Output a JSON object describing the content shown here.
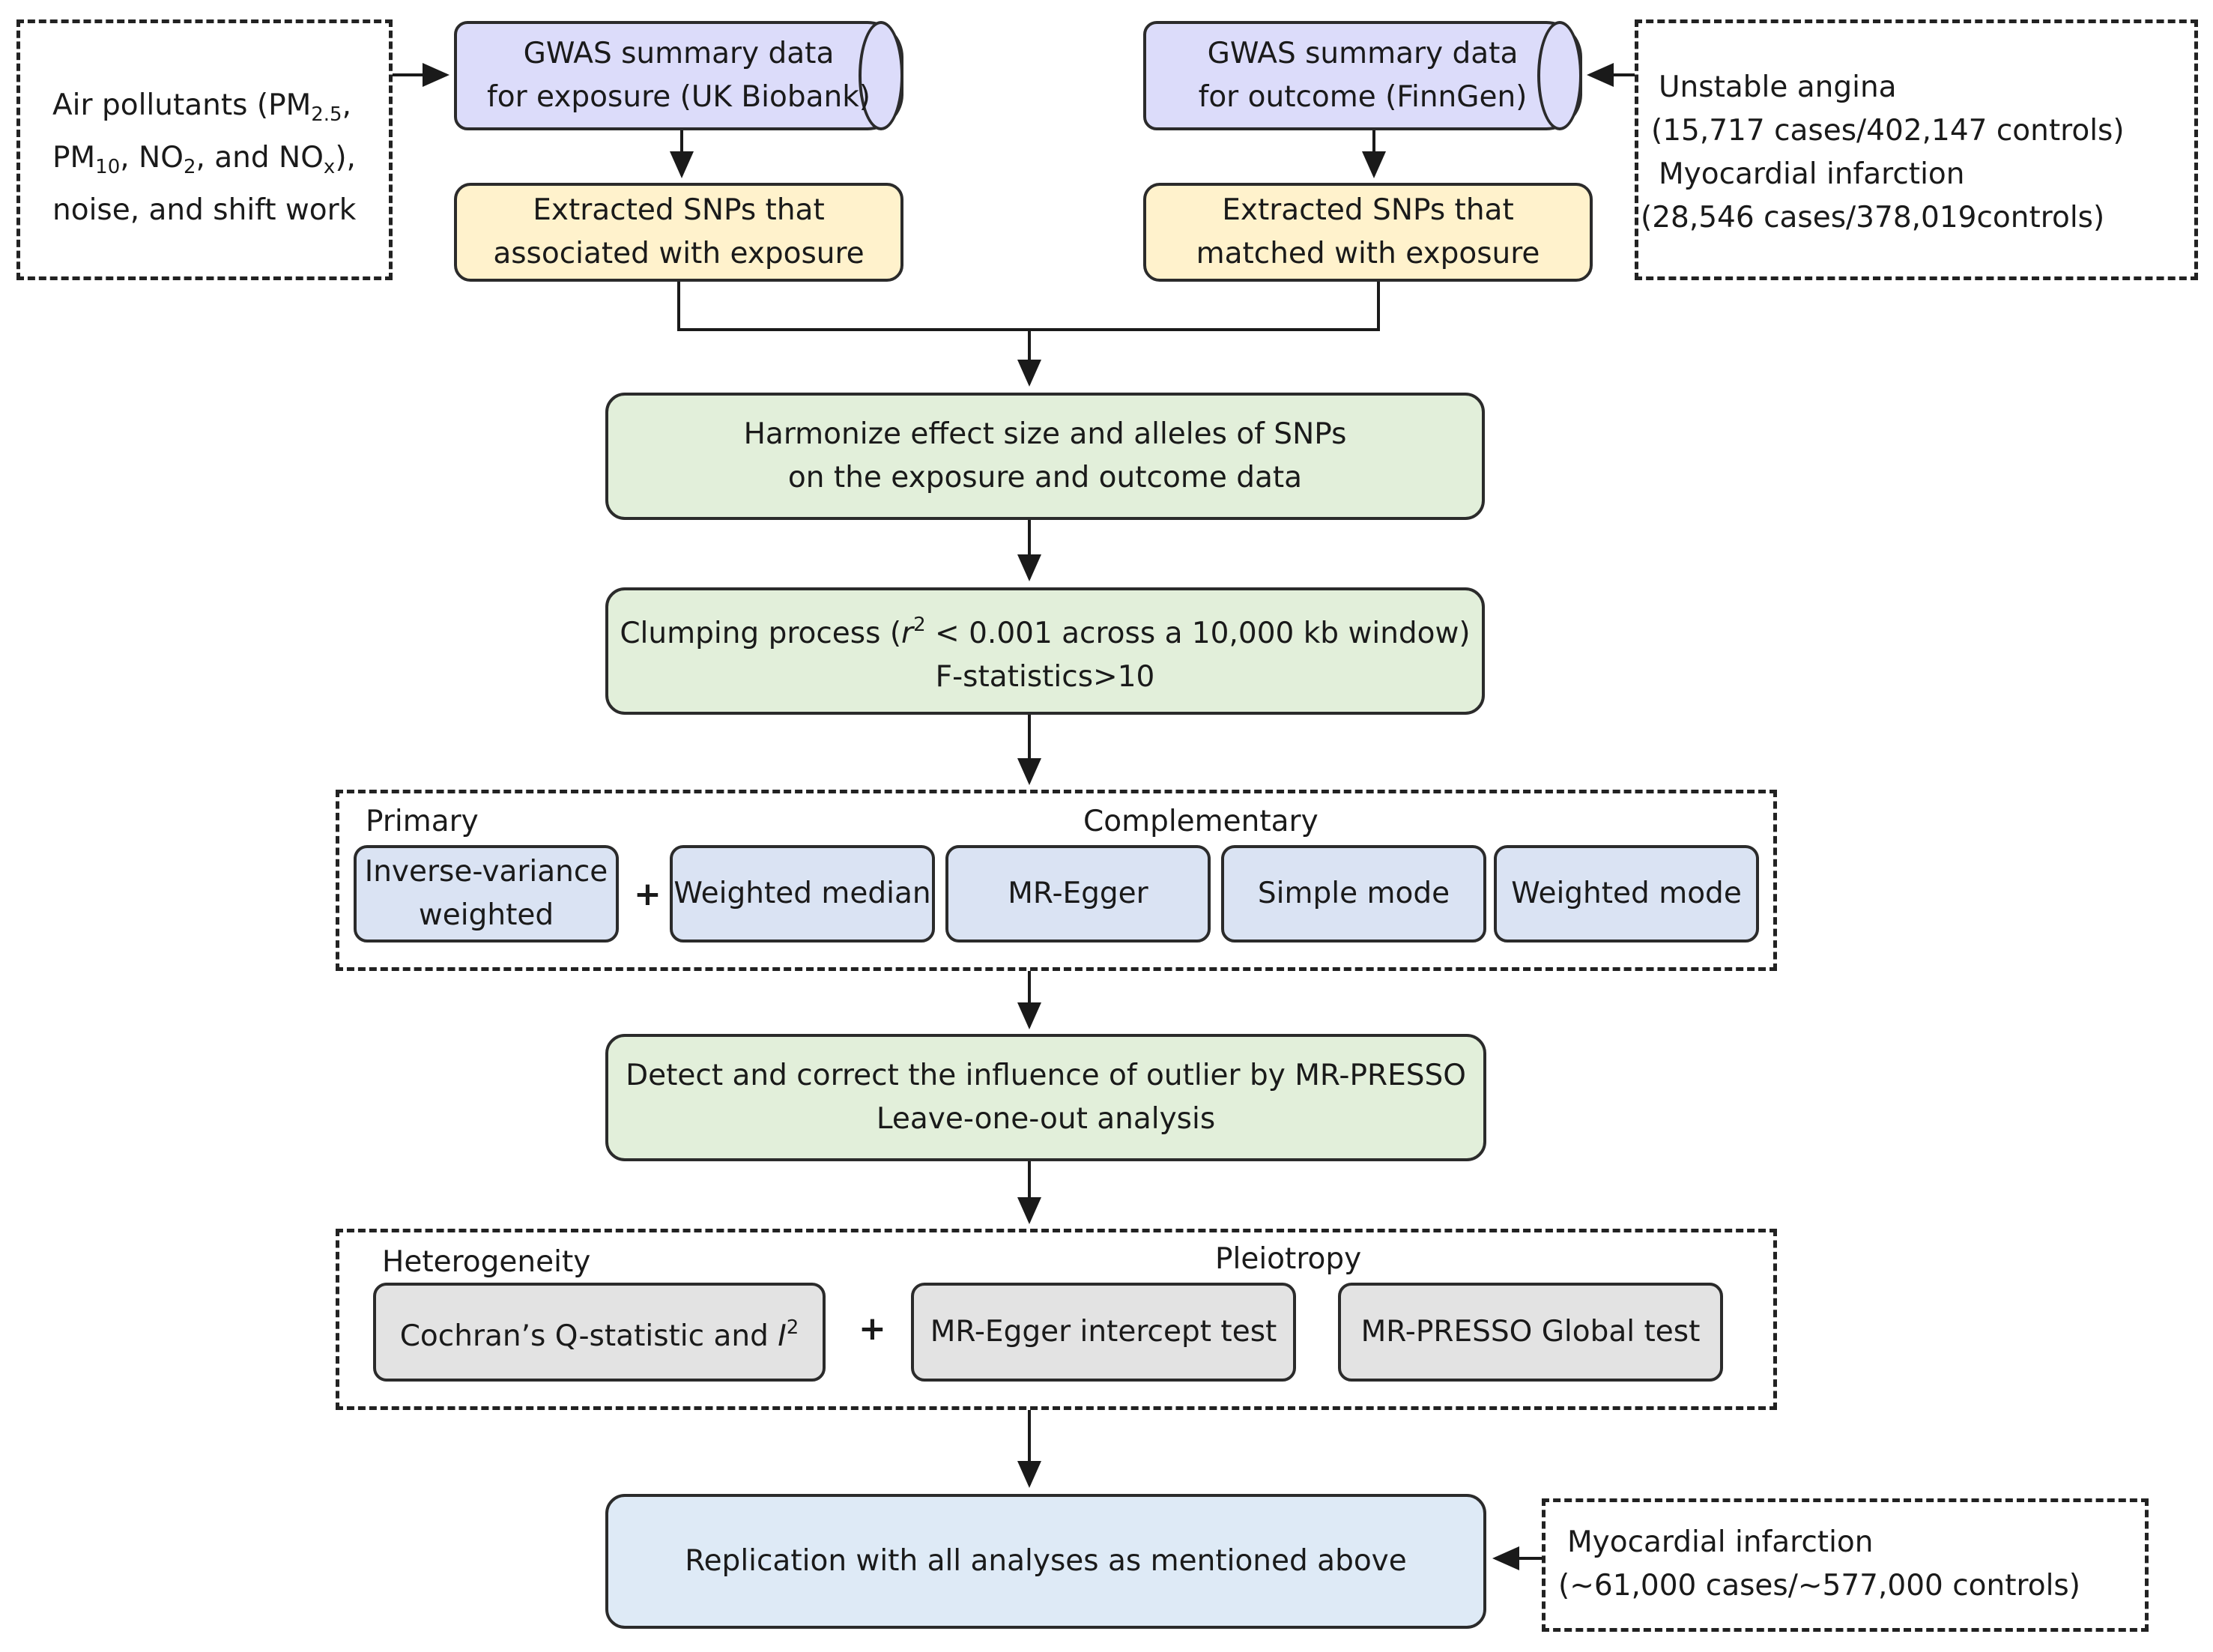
{
  "exposure_source": {
    "lines": [
      "Air pollutants (PM",
      "PM",
      ", NO",
      ", and NO",
      "),",
      "noise, and shift work"
    ],
    "pm25_sub": "2.5",
    "pm10_sub": "10",
    "no2_sub": "2",
    "nox_sub": "x",
    "comma": ","
  },
  "gwas_exposure": {
    "line1": "GWAS summary data",
    "line2": "for exposure (UK Biobank)"
  },
  "gwas_outcome": {
    "line1": "GWAS summary data",
    "line2": "for outcome (FinnGen)"
  },
  "outcome_source": {
    "line1": "Unstable angina",
    "line2": "(15,717 cases/402,147 controls)",
    "line3": "Myocardial infarction",
    "line4": "(28,546 cases/378,019controls)"
  },
  "extract_exposure": {
    "line1": "Extracted SNPs that",
    "line2": "associated with exposure"
  },
  "extract_outcome": {
    "line1": "Extracted SNPs that",
    "line2": "matched with exposure"
  },
  "harmonize": {
    "line1": "Harmonize effect size and alleles of SNPs",
    "line2": "on the exposure and outcome data"
  },
  "clumping": {
    "line1_pre": "Clumping process (",
    "r": "r",
    "sup": "2",
    "line1_post": " < 0.001 across a 10,000 kb window)",
    "line2": "F-statistics>10"
  },
  "methods": {
    "primary_label": "Primary",
    "complementary_label": "Complementary",
    "ivw_line1": "Inverse-variance",
    "ivw_line2": "weighted",
    "plus": "+",
    "weighted_median": "Weighted median",
    "mr_egger": "MR-Egger",
    "simple_mode": "Simple mode",
    "weighted_mode": "Weighted mode"
  },
  "outlier": {
    "line1": "Detect and correct the influence of outlier by MR-PRESSO",
    "line2": "Leave-one-out analysis"
  },
  "sensitivity": {
    "heterogeneity_label": "Heterogeneity",
    "pleiotropy_label": "Pleiotropy",
    "cochran_pre": "Cochran’s Q-statistic and ",
    "cochran_i": "I",
    "cochran_sup": "2",
    "plus": "+",
    "egger_intercept": "MR-Egger intercept test",
    "presso_global": "MR-PRESSO Global test"
  },
  "replication": {
    "text": "Replication with all analyses as mentioned above"
  },
  "replication_source": {
    "line1": "Myocardial infarction",
    "line2": "(~61,000 cases/~577,000 controls)"
  }
}
